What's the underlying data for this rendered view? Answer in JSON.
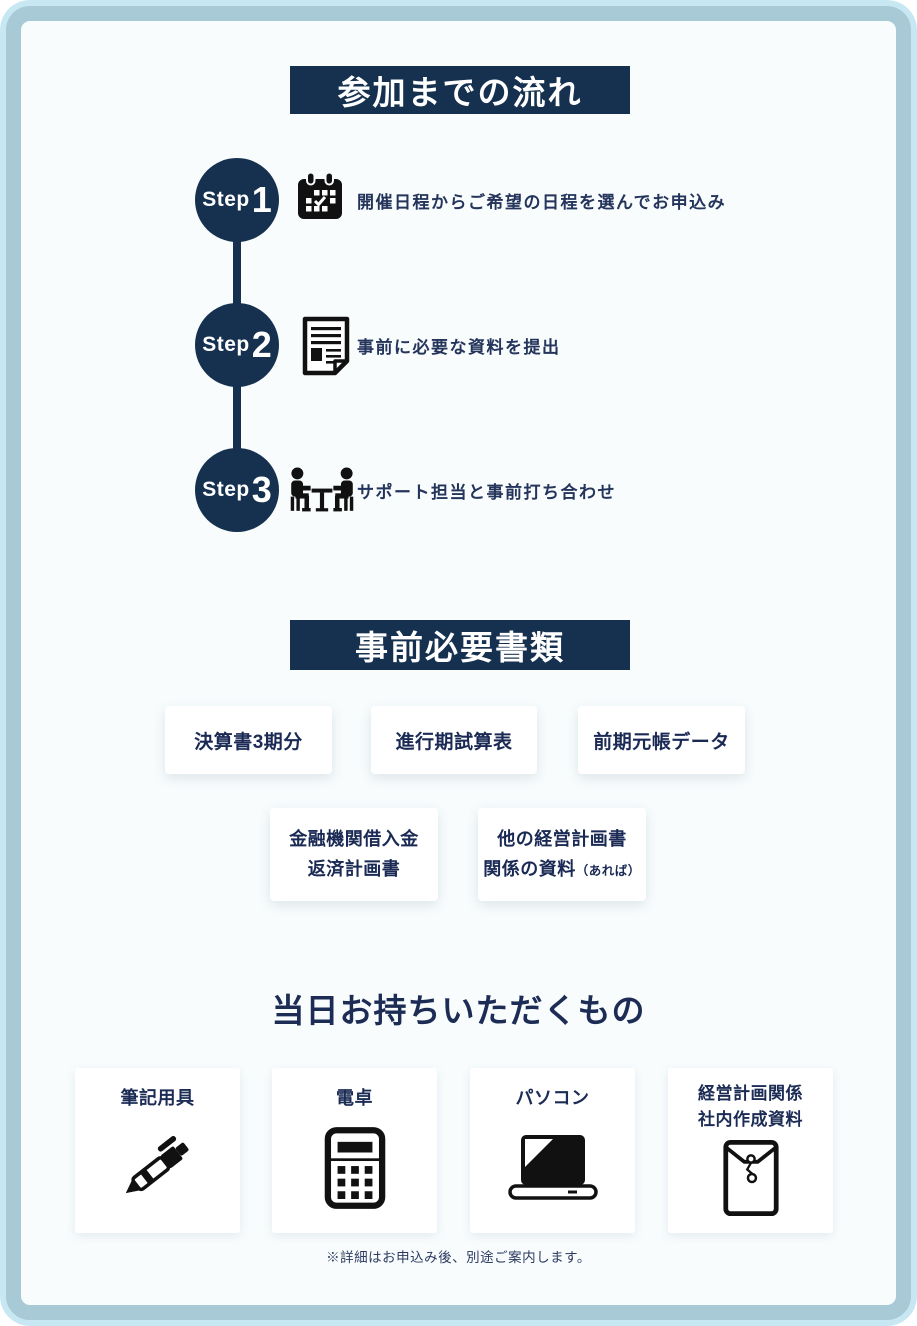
{
  "colors": {
    "navy": "#16304f",
    "text_navy": "#24345b",
    "frame": "#a8c9d6",
    "frame_glow": "#c7e8f3",
    "background": "#f8fcfd",
    "card_bg": "#ffffff",
    "icon_black": "#111111"
  },
  "flow_section": {
    "title": "参加までの流れ",
    "steps": [
      {
        "label_prefix": "Step",
        "number": "1",
        "icon": "calendar-icon",
        "text": "開催日程からご希望の日程を選んでお申込み"
      },
      {
        "label_prefix": "Step",
        "number": "2",
        "icon": "document-icon",
        "text": "事前に必要な資料を提出"
      },
      {
        "label_prefix": "Step",
        "number": "3",
        "icon": "meeting-icon",
        "text": "サポート担当と事前打ち合わせ"
      }
    ]
  },
  "documents_section": {
    "title": "事前必要書類",
    "cards_row1": [
      "決算書3期分",
      "進行期試算表",
      "前期元帳データ"
    ],
    "cards_row2": [
      {
        "line1": "金融機関借入金",
        "line2": "返済計画書"
      },
      {
        "line1": "他の経営計画書",
        "line2": "関係の資料",
        "note": "（あれば）"
      }
    ]
  },
  "bring_section": {
    "title": "当日お持ちいただくもの",
    "items": [
      {
        "label": "筆記用具",
        "icon": "pen-icon"
      },
      {
        "label": "電卓",
        "icon": "calculator-icon"
      },
      {
        "label": "パソコン",
        "icon": "laptop-icon"
      },
      {
        "label": "経営計画関係",
        "label2": "社内作成資料",
        "icon": "document-pouch-icon"
      }
    ],
    "footnote": "※詳細はお申込み後、別途ご案内します。"
  }
}
